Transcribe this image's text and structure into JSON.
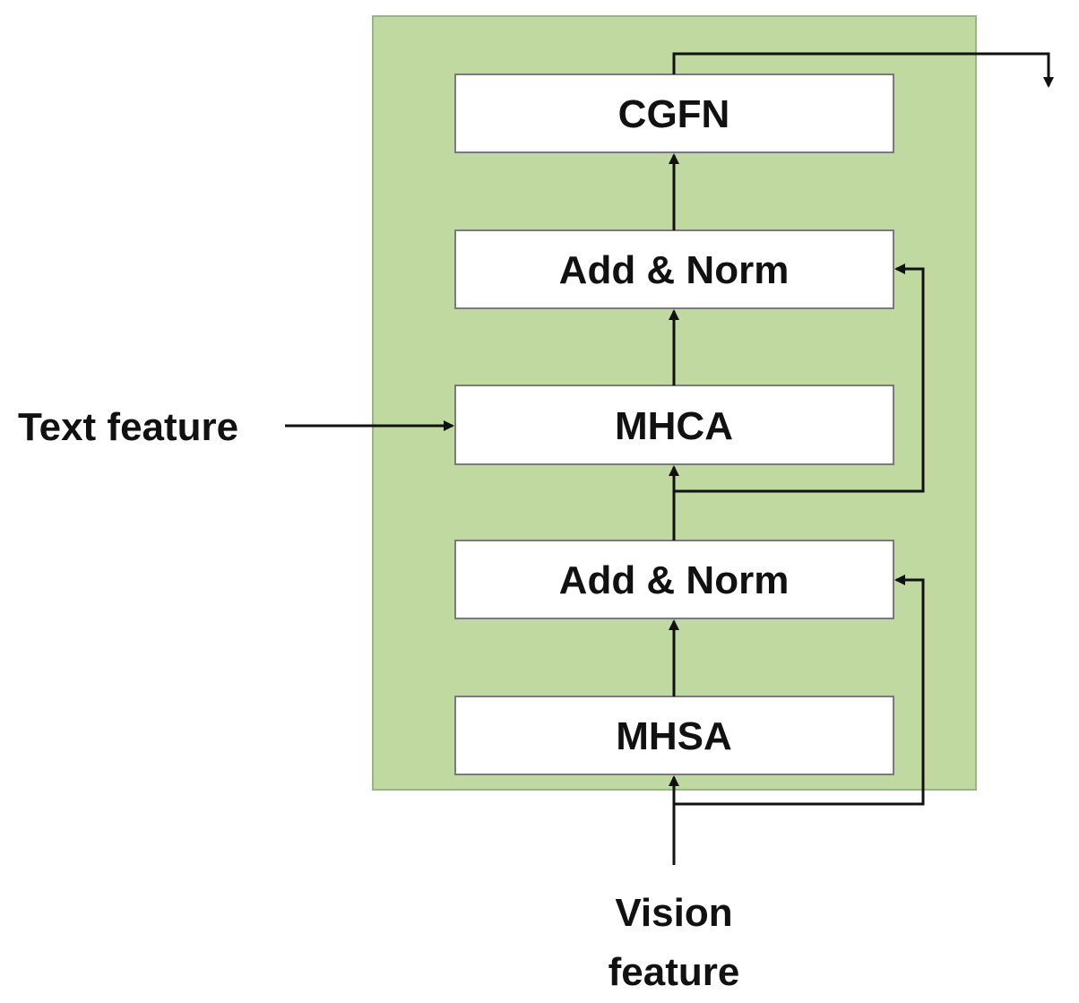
{
  "blocks": {
    "cgfn": "CGFN",
    "add_norm_top": "Add & Norm",
    "mhca": "MHCA",
    "add_norm_bottom": "Add & Norm",
    "mhsa": "MHSA"
  },
  "inputs": {
    "text_feature": "Text feature",
    "vision_feature_line1": "Vision",
    "vision_feature_line2": "feature"
  },
  "colors": {
    "container_fill": "#bfd9a0",
    "container_border": "#9ab585",
    "block_fill": "#ffffff",
    "block_border": "#7a7a7a",
    "arrow": "#111111"
  }
}
